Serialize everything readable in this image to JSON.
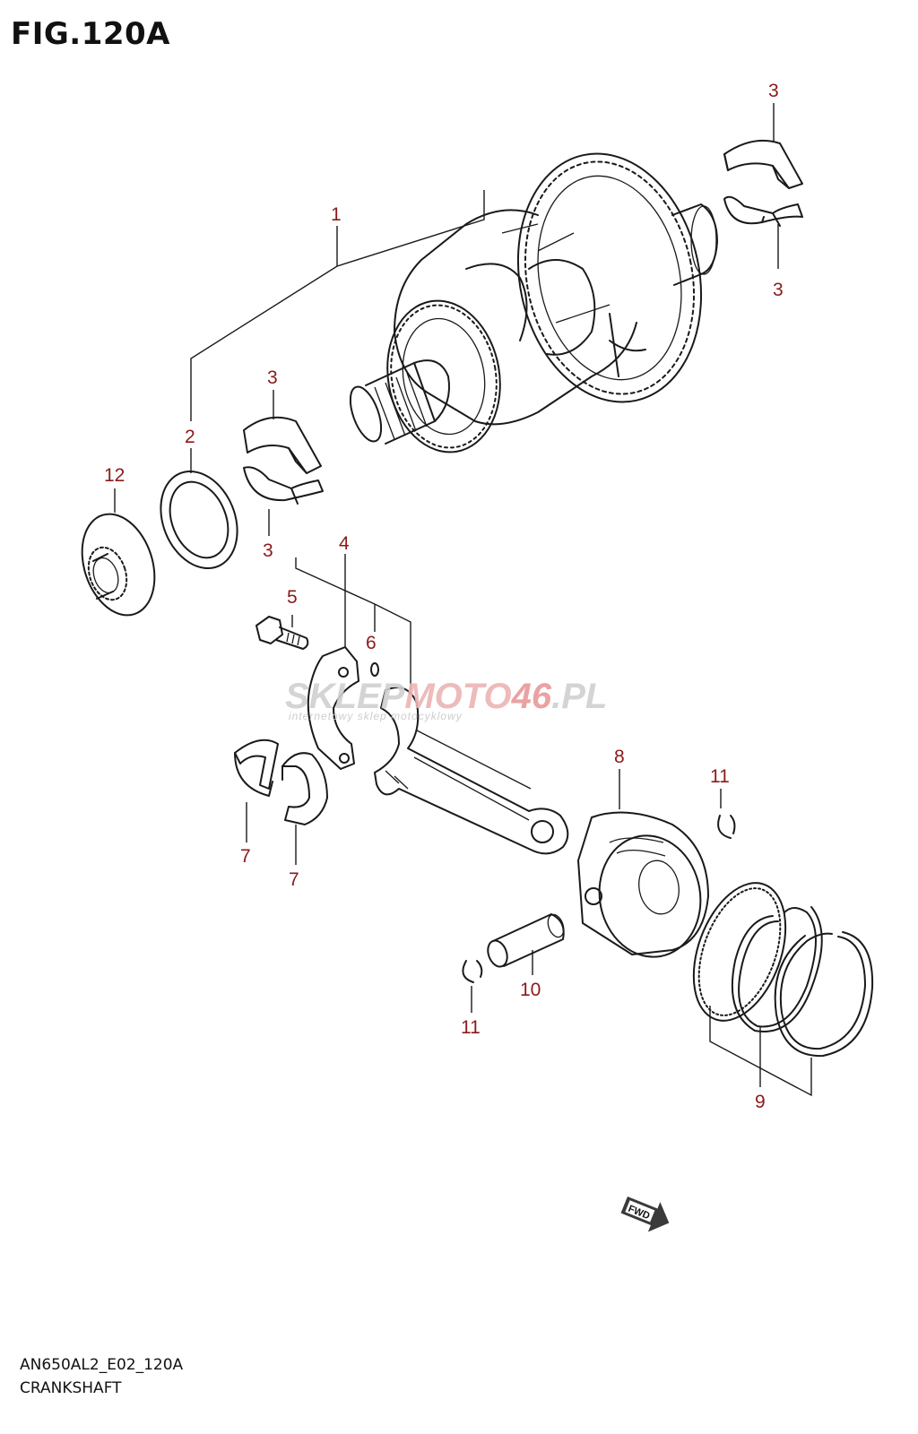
{
  "figure": {
    "title": "FIG.120A"
  },
  "callouts": [
    {
      "id": "c1",
      "label": "1"
    },
    {
      "id": "c2",
      "label": "2"
    },
    {
      "id": "c3a",
      "label": "3"
    },
    {
      "id": "c3b",
      "label": "3"
    },
    {
      "id": "c3c",
      "label": "3"
    },
    {
      "id": "c3d",
      "label": "3"
    },
    {
      "id": "c4",
      "label": "4"
    },
    {
      "id": "c5",
      "label": "5"
    },
    {
      "id": "c6",
      "label": "6"
    },
    {
      "id": "c7a",
      "label": "7"
    },
    {
      "id": "c7b",
      "label": "7"
    },
    {
      "id": "c8",
      "label": "8"
    },
    {
      "id": "c9",
      "label": "9"
    },
    {
      "id": "c10",
      "label": "10"
    },
    {
      "id": "c11a",
      "label": "11"
    },
    {
      "id": "c11b",
      "label": "11"
    },
    {
      "id": "c12",
      "label": "12"
    }
  ],
  "watermark": {
    "part1": "SKLEP",
    "part2": "MOTO",
    "part3": "46",
    "part4": ".PL",
    "tagline": "internetowy sklep motocyklowy",
    "color_grey": "#c8c8c8",
    "color_red": "#e8a0a0"
  },
  "fwd_label": "FWD",
  "footer": {
    "code": "AN650AL2_E02_120A",
    "name": "CRANKSHAFT"
  },
  "colors": {
    "callout": "#8b1a1a",
    "line": "#1a1a1a"
  }
}
